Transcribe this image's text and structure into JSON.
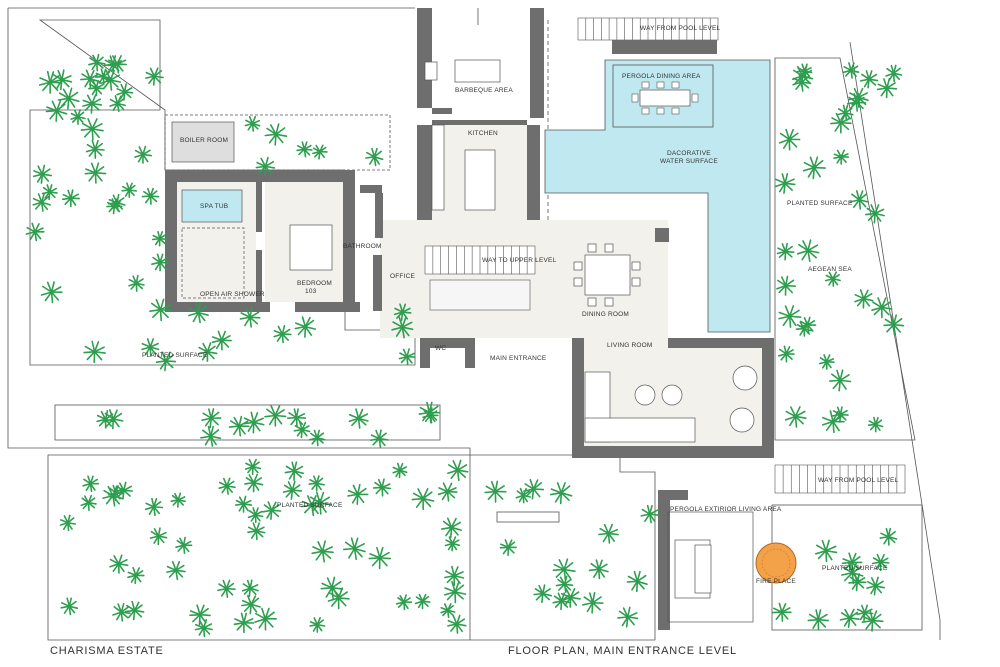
{
  "footer": {
    "estate": "CHARISMA ESTATE",
    "plan_title": "FLOOR PLAN, MAIN ENTRANCE LEVEL"
  },
  "labels": {
    "way_from_pool_top": "WAY FROM POOL LEVEL",
    "pergola_dining": "PERGOLA DINING AREA",
    "barbeque": "BARBEQUE AREA",
    "kitchen": "KITCHEN",
    "water_1": "DACORATIVE",
    "water_2": "WATER SURFACE",
    "boiler": "BOILER ROOM",
    "spa": "SPA TUB",
    "bathroom": "BATHROOM",
    "bedroom_1": "BEDROOM",
    "bedroom_2": "103",
    "shower": "OPEN AIR SHOWER",
    "office": "OFFICE",
    "wc": "WC",
    "upper": "WAY TO UPPER LEVEL",
    "dining": "DINING ROOM",
    "living": "LIVING ROOM",
    "main_entrance": "MAIN ENTRANCE",
    "planted_left": "PLANTED SURFACE",
    "planted_right": "PLANTED SURFACE",
    "aegean": "AEGEAN SEA",
    "planted_bottom": "PLANTED SURFACE",
    "way_from_pool_right": "WAY FROM POOL LEVEL",
    "pergola_exterior": "PERGOLA EXTIRIOR LIVING AREA",
    "fireplace": "FIRE PLACE",
    "planted_br": "PLANTED SURFACE"
  },
  "colors": {
    "wall": "#6e6e6e",
    "water": "#bfe8f0",
    "floor": "#f3f1ec",
    "plant": "#2e9e4f",
    "fire": "#f4a24a",
    "line": "#555555"
  }
}
